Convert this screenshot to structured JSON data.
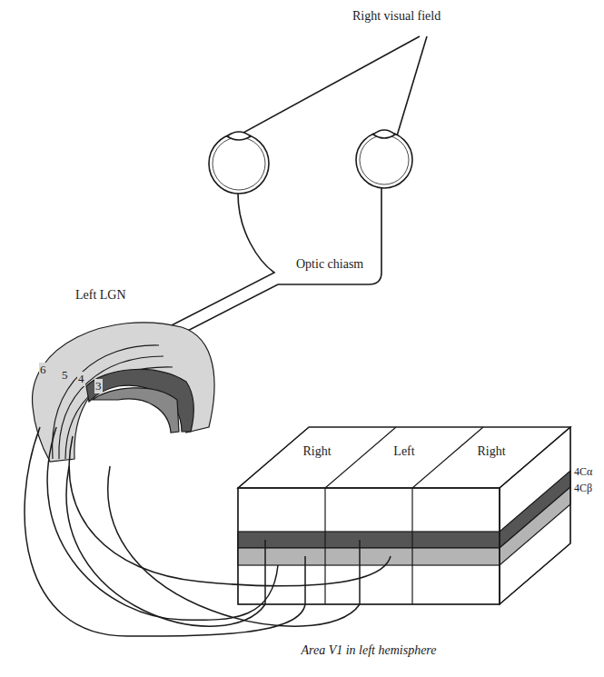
{
  "diagram": {
    "caption": "Area V1 in left hemisphere",
    "nodes": [
      {
        "text": [
          "Left LGN"
        ]
      },
      {
        "text": [
          "Right"
        ]
      },
      {
        "text": [
          "Left"
        ]
      },
      {
        "text": [
          "Right"
        ]
      }
    ],
    "edges": [
      {
        "from": 0,
        "to": 1,
        "arrow": "none"
      },
      {
        "from": 0,
        "to": 2,
        "arrow": "none"
      }
    ],
    "labels": [
      "Right visual field",
      "Optic chiasm",
      "6",
      "5",
      "4",
      "3",
      "4Cα",
      "4Cβ"
    ]
  }
}
